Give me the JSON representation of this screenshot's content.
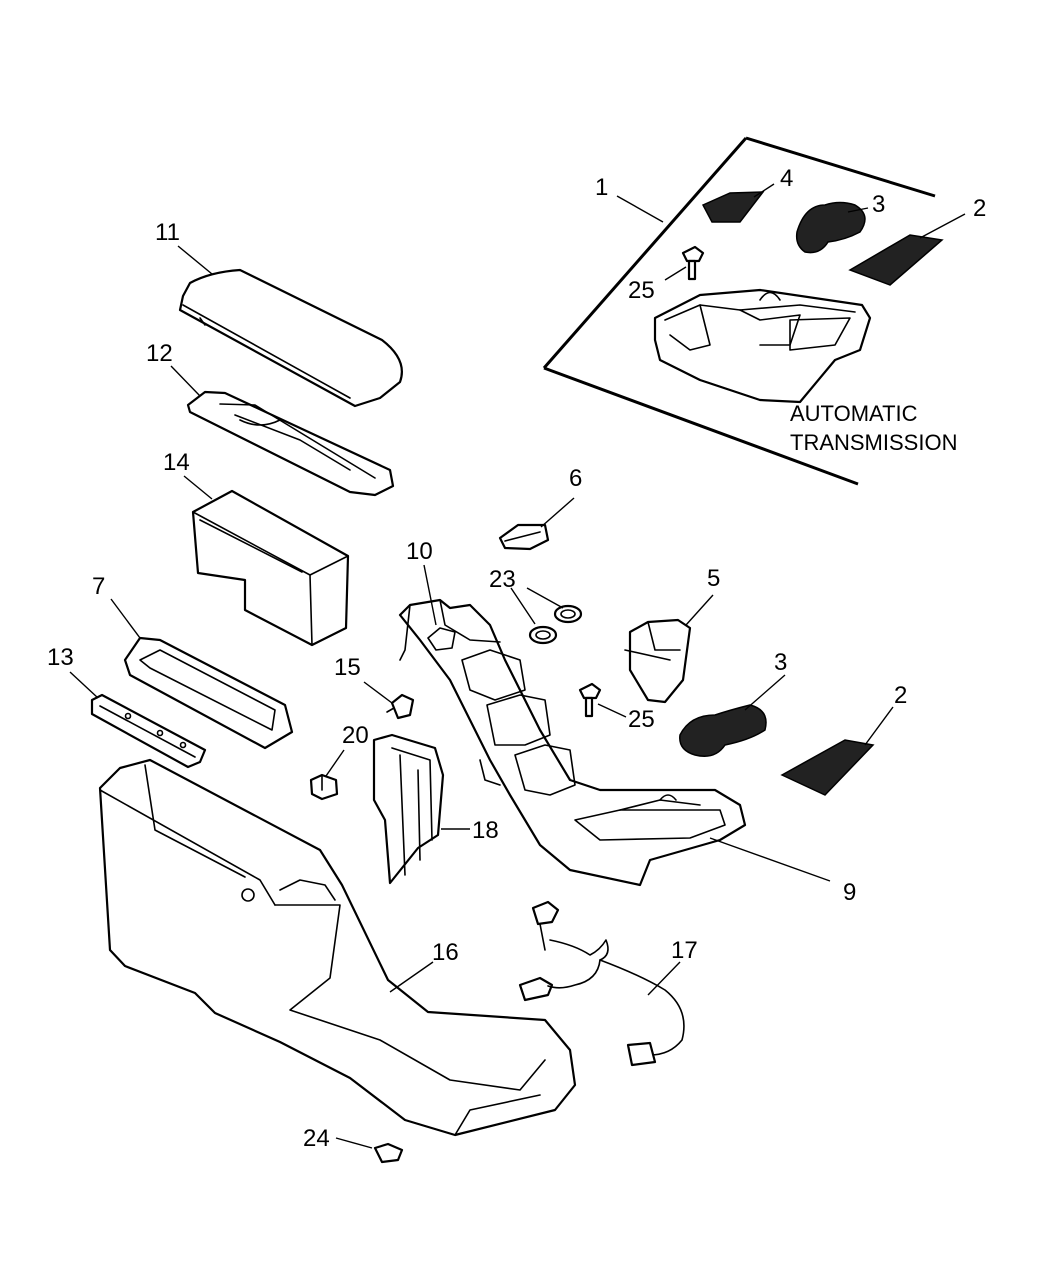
{
  "callouts": {
    "c1": "1",
    "c2a": "2",
    "c2b": "2",
    "c3a": "3",
    "c3b": "3",
    "c4": "4",
    "c5": "5",
    "c6": "6",
    "c7": "7",
    "c9": "9",
    "c10": "10",
    "c11": "11",
    "c12": "12",
    "c13": "13",
    "c14": "14",
    "c15": "15",
    "c16": "16",
    "c17": "17",
    "c18": "18",
    "c20": "20",
    "c23": "23",
    "c24": "24",
    "c25a": "25",
    "c25b": "25"
  },
  "inset": {
    "line1": "AUTOMATIC",
    "line2": "TRANSMISSION"
  }
}
